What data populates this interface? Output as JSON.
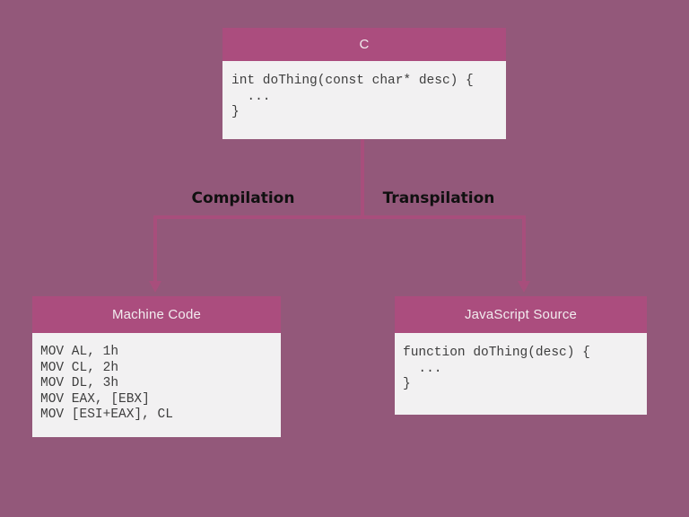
{
  "colors": {
    "bg": "#93587a",
    "header": "#ab4d7e",
    "body": "#f2f1f2",
    "line": "#a84e7c",
    "code-text": "#3e3e3e",
    "header-text": "#f2ecef",
    "label-text": "#101010"
  },
  "diagram": {
    "nodes": [
      {
        "id": "c",
        "title": "C",
        "code": "int doThing(const char* desc) {\n  ...\n}"
      },
      {
        "id": "machine-code",
        "title": "Machine Code",
        "code": "MOV AL, 1h\nMOV CL, 2h\nMOV DL, 3h\nMOV EAX, [EBX]\nMOV [ESI+EAX], CL"
      },
      {
        "id": "javascript-source",
        "title": "JavaScript Source",
        "code": "function doThing(desc) {\n  ...\n}"
      }
    ],
    "edges": [
      {
        "label": "Compilation",
        "from": "c",
        "to": "machine-code"
      },
      {
        "label": "Transpilation",
        "from": "c",
        "to": "javascript-source"
      }
    ]
  }
}
